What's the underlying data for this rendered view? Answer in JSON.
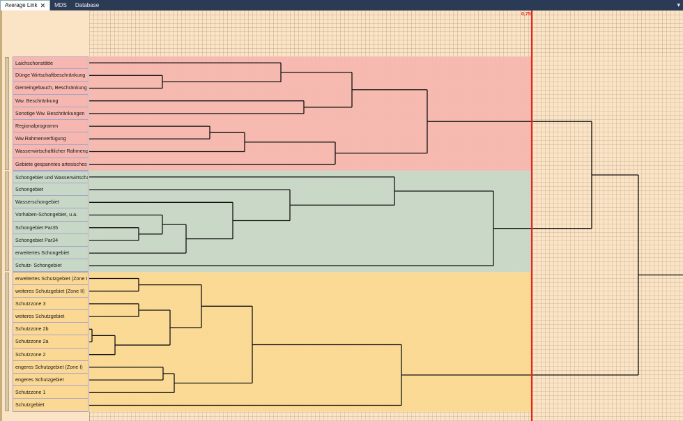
{
  "tabs": [
    {
      "label": "Average Link",
      "active": true
    },
    {
      "label": "MDS",
      "active": false
    },
    {
      "label": "Database",
      "active": false
    }
  ],
  "cut_label": "0,75",
  "colors": {
    "cluster_red": "#f6b7b0",
    "cluster_green": "#c7d8c7",
    "cluster_yellow": "#fbd994",
    "cut_line": "#e5261b"
  },
  "clusters": [
    {
      "name": "red",
      "labels": [
        "Laichschonstätte",
        "Dünge Wirtschaftbeschränkung",
        "Gemeingebauch, Beschränkung",
        "Ww. Beschränkung",
        "Sonstige Ww. Beschränkungen",
        "Regionalprogramm",
        "Ww.Rahmenverfügung",
        "Wasserwirtschaftlicher Rahmenplar",
        "Gebiete gespanntes artesisches Gn"
      ]
    },
    {
      "name": "green",
      "labels": [
        "Schongebiet und Wasserwirtschaftl",
        "Schongebiet",
        "Wasserschongebiet",
        "Vorhaben-Schongebiet, u.a.",
        "Schongebiet Par35",
        "Schongebiet Par34",
        "erweitertes Schongebiet",
        "Schutz- Schongebiet"
      ]
    },
    {
      "name": "yellow",
      "labels": [
        "erweitertes Schutzgebiet (Zone III)",
        "weiteres Schutzgebiet (Zone II)",
        "Schutzzone 3",
        "weiteres Schutzgebiet",
        "Schutzzone 2b",
        "Schutzzone 2a",
        "Schutzzone 2",
        "engeres Schutzgebiet (Zone I)",
        "engeres Schutzgebiet",
        "Schutzzone 1",
        "Schutzgebiet"
      ]
    }
  ]
}
